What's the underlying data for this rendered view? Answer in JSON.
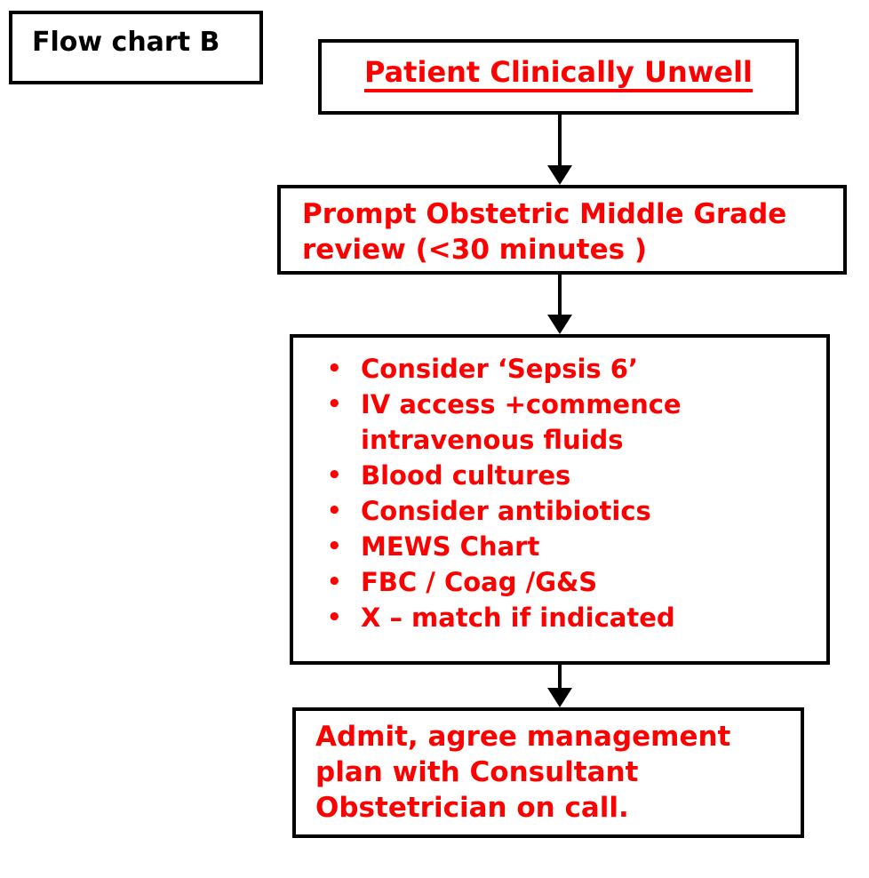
{
  "colors": {
    "background": "#ffffff",
    "box_border": "#000000",
    "label_text": "#000000",
    "emphasis_text": "#ff0000",
    "arrow": "#000000"
  },
  "label_box": {
    "title": "Flow chart B"
  },
  "start_box": {
    "title": "Patient Clinically Unwell"
  },
  "review_box": {
    "lines": [
      "Prompt Obstetric Middle Grade",
      "review (<30 minutes )"
    ]
  },
  "steps_box": {
    "bullet_glyph": "•",
    "items": [
      {
        "lines": [
          "Consider ‘Sepsis 6’"
        ]
      },
      {
        "lines": [
          "IV access +commence",
          "intravenous fluids"
        ]
      },
      {
        "lines": [
          "Blood cultures"
        ]
      },
      {
        "lines": [
          "Consider antibiotics"
        ]
      },
      {
        "lines": [
          "MEWS Chart"
        ]
      },
      {
        "lines": [
          "FBC / Coag /G&S"
        ]
      },
      {
        "lines": [
          "X – match if indicated"
        ]
      }
    ]
  },
  "admit_box": {
    "lines": [
      "Admit, agree management",
      "plan with Consultant",
      "Obstetrician on call."
    ]
  }
}
